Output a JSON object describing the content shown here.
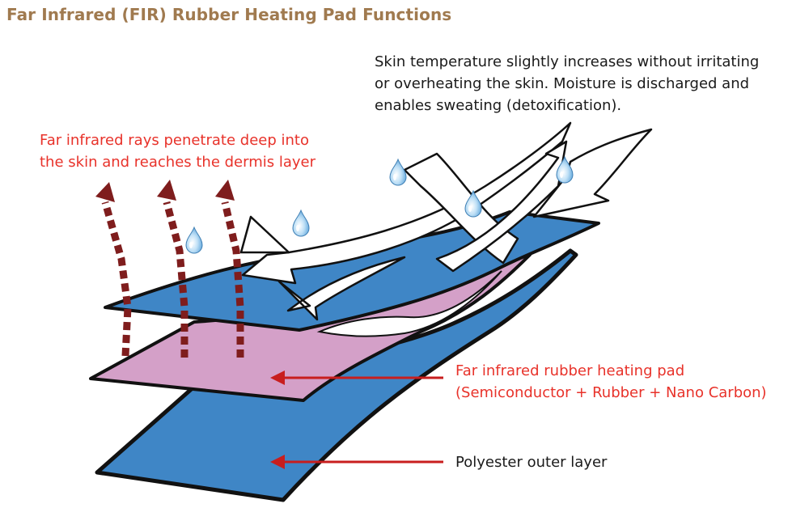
{
  "title": "Far Infrared (FIR) Rubber Heating Pad Functions",
  "notes": {
    "skin": [
      "Skin temperature slightly increases without irritating",
      "or overheating the skin. Moisture is discharged and",
      "enables sweating (detoxification)."
    ],
    "rays": [
      "Far infrared rays penetrate deep into",
      "the skin and reaches the dermis layer"
    ],
    "pad": [
      "Far infrared rubber heating pad",
      "(Semiconductor + Rubber + Nano Carbon)"
    ],
    "outer": [
      "Polyester outer layer"
    ]
  },
  "colors": {
    "title": "#a07a4f",
    "blue_layer": "#3f86c6",
    "pink_layer": "#d4a0c8",
    "ray_arrow": "#7f1d1d",
    "label_red": "#e8322a",
    "pointer_arrow": "#c81e1e",
    "water_drop": "#74b8e6"
  },
  "icons": [
    "water-drop-icon",
    "far-infrared-ray-arrow",
    "airflow-arrow",
    "pointer-arrow"
  ]
}
